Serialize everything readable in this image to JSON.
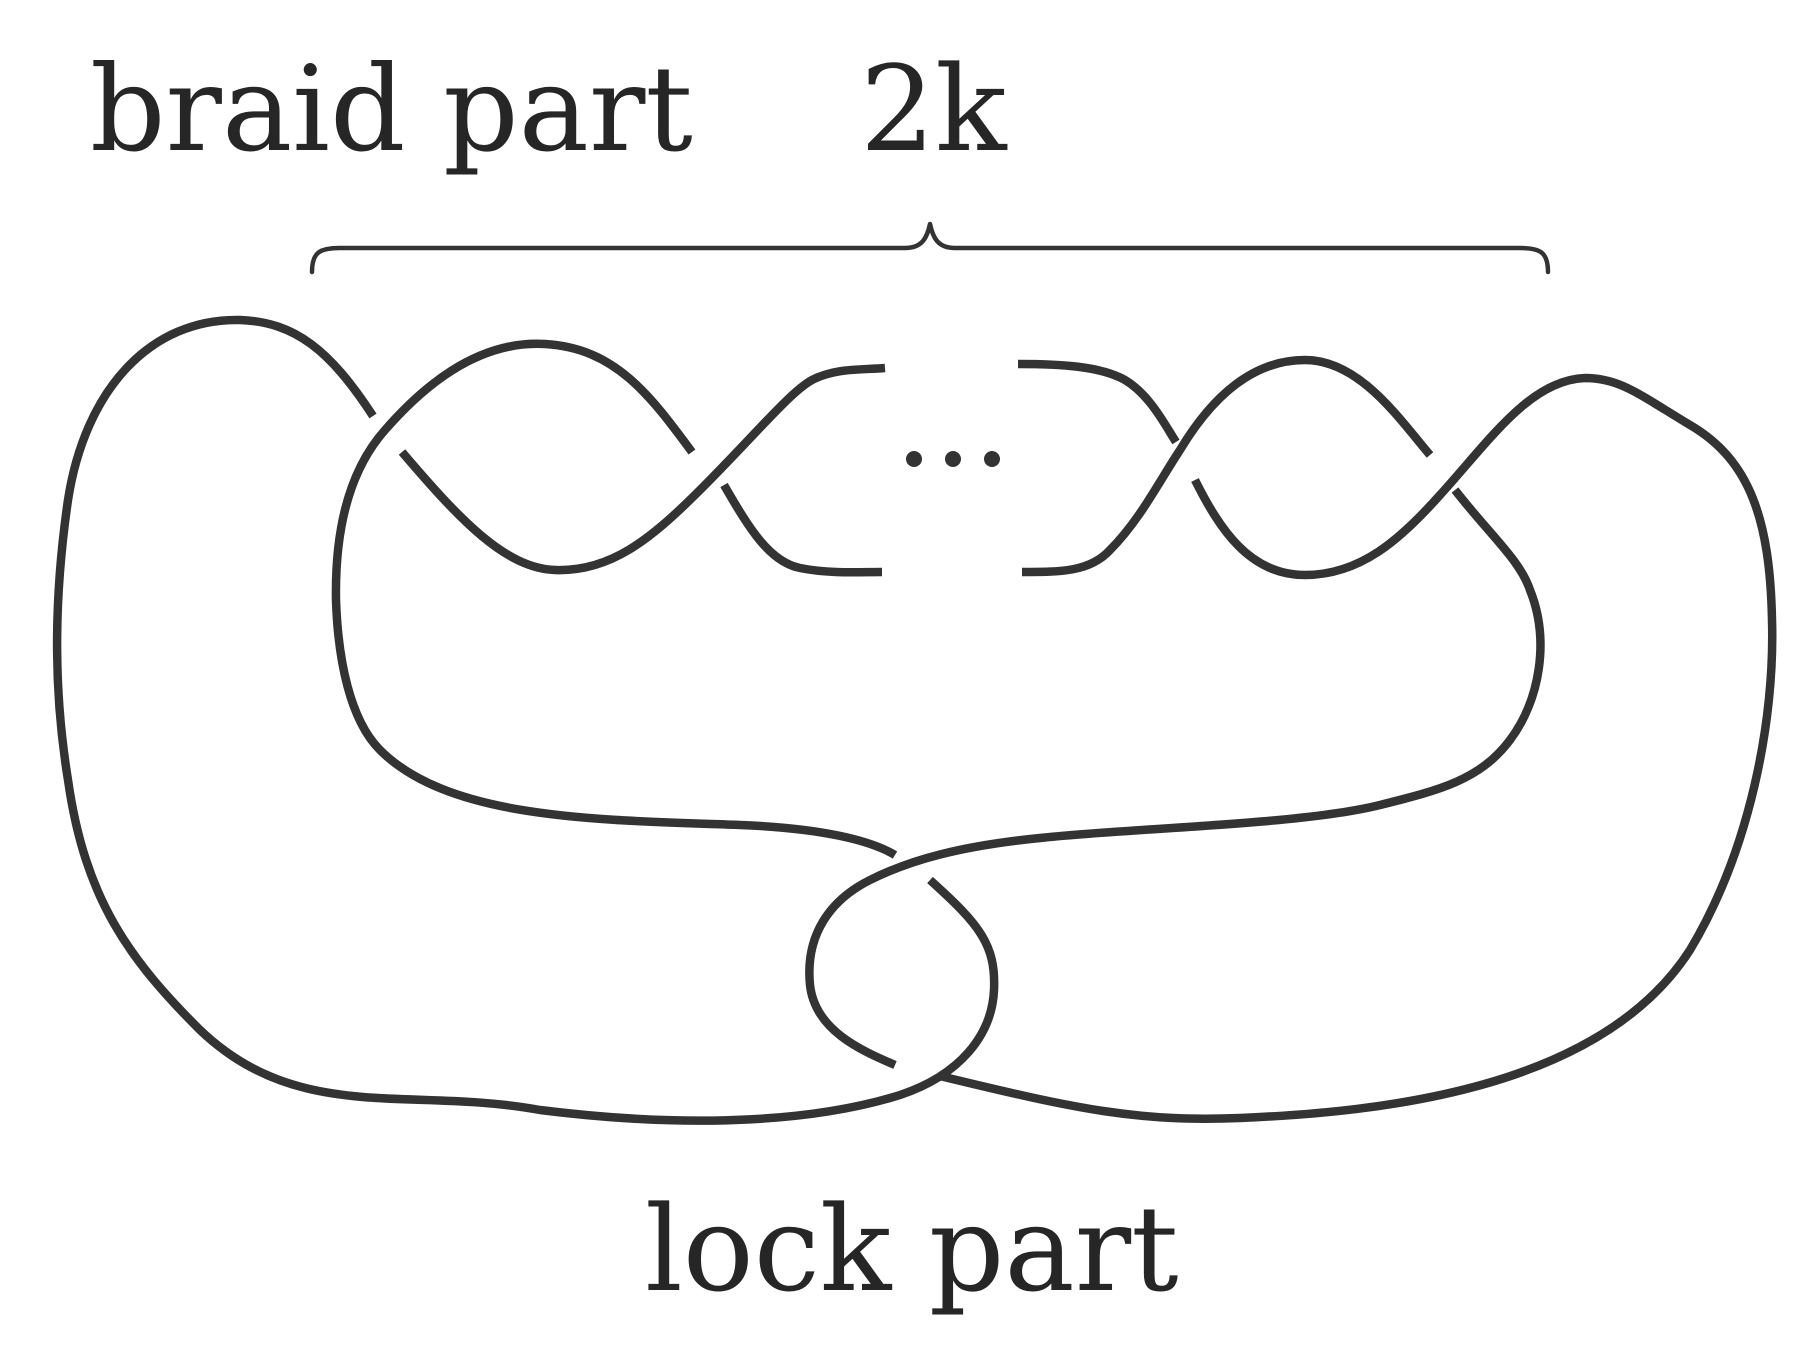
{
  "labels": {
    "braid_part": "braid part",
    "twist_count": "2k",
    "lock_part": "lock part"
  },
  "ellipsis": "...",
  "colors": {
    "strand": "#333333",
    "text": "#262626",
    "background": "#ffffff"
  }
}
